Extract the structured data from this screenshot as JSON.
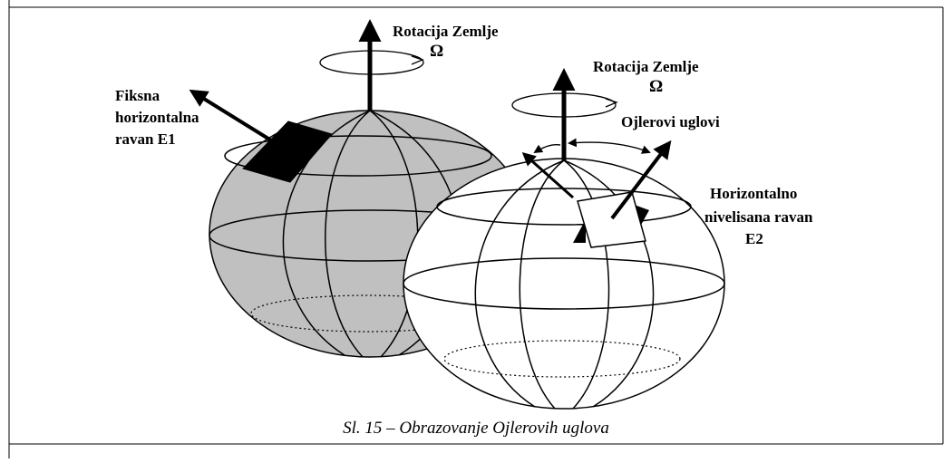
{
  "labels": {
    "rotation_left": "Rotacija Zemlje",
    "omega_left": "Ω",
    "rotation_right": "Rotacija Zemlje",
    "omega_right": "Ω",
    "fixed_plane_line1": "Fiksna",
    "fixed_plane_line2": "horizontalna",
    "fixed_plane_line3": "ravan E1",
    "euler_angles": "Ojlerovi uglovi",
    "leveled_plane_line1": "Horizontalno",
    "leveled_plane_line2": "nivelisana ravan",
    "leveled_plane_line3": "E2"
  },
  "caption": "Sl. 15 – Obrazovanje Ojlerovih uglova",
  "colors": {
    "gray_globe_fill": "#c0c0c0",
    "white_globe_fill": "#ffffff",
    "plane_e1_fill": "#000000",
    "plane_e2_fill": "#ffffff",
    "stroke": "#000000"
  }
}
